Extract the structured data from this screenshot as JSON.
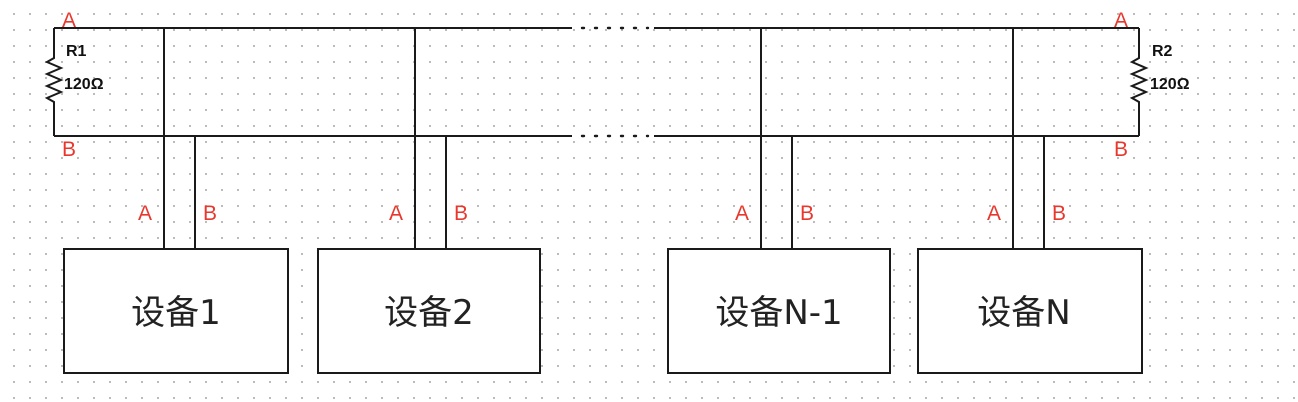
{
  "bus": {
    "line_a_label": "A",
    "line_b_label": "B",
    "gap_dots": "......"
  },
  "resistors": [
    {
      "name": "R1",
      "value": "120Ω"
    },
    {
      "name": "R2",
      "value": "120Ω"
    }
  ],
  "devices": [
    {
      "label": "设备1",
      "pin_a": "A",
      "pin_b": "B"
    },
    {
      "label": "设备2",
      "pin_a": "A",
      "pin_b": "B"
    },
    {
      "label": "设备N-1",
      "pin_a": "A",
      "pin_b": "B"
    },
    {
      "label": "设备N",
      "pin_a": "A",
      "pin_b": "B"
    }
  ],
  "colors": {
    "wire": "#1a1a1a",
    "label_red": "#e8382d",
    "grid_dot": "#b8b8b8"
  }
}
